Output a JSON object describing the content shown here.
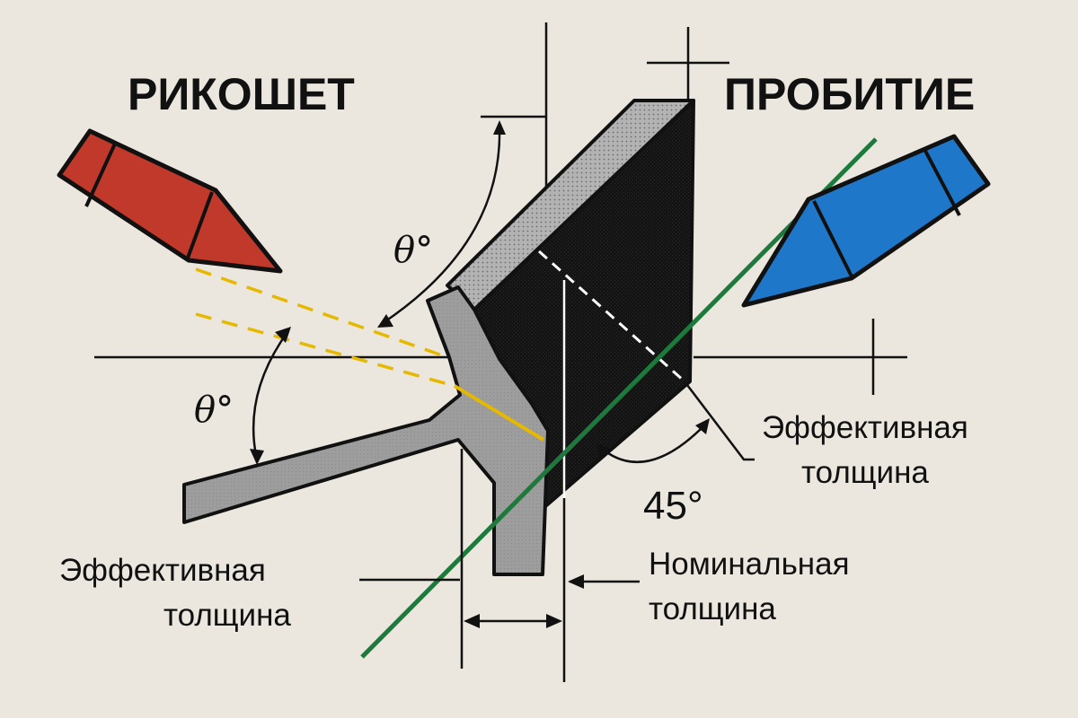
{
  "titles": {
    "ricochet": "РИКОШЕТ",
    "penetration": "ПРОБИТИЕ"
  },
  "angles": {
    "theta_upper": "θ°",
    "theta_lower": "θ°",
    "forty_five": "45°"
  },
  "labels": {
    "effective_thickness_right": [
      "Эффективная",
      "толщина"
    ],
    "effective_thickness_left": [
      "Эффективная",
      "толщина"
    ],
    "nominal_thickness": [
      "Номинальная",
      "толщина"
    ]
  },
  "colors": {
    "background": "#ebe7df",
    "ricochet_shell": "#c0392b",
    "penetration_shell": "#1f77c9",
    "ricochet_path": "#e6b800",
    "penetration_path": "#1e7a3c",
    "armor_face": "#111111",
    "armor_top": "#a9a9a9",
    "armor_section": "#9a9a9a"
  },
  "icons": {
    "ricochet_shell": "red-shell-icon",
    "penetration_shell": "blue-shell-icon"
  }
}
